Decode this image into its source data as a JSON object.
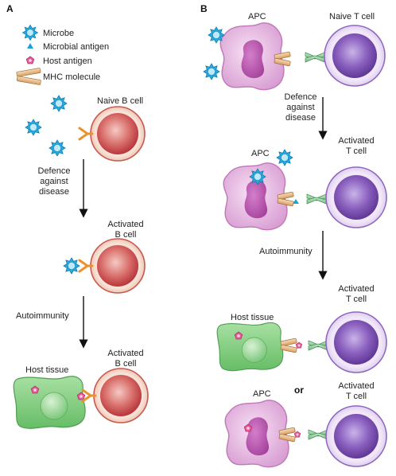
{
  "panels": {
    "a": "A",
    "b": "B"
  },
  "legend": {
    "microbe": "Microbe",
    "microbial_antigen": "Microbial antigen",
    "host_antigen": "Host antigen",
    "mhc": "MHC molecule"
  },
  "panel_a": {
    "naive_b_cell": "Naive B cell",
    "defence": [
      "Defence",
      "against",
      "disease"
    ],
    "activated_b_cell_1": [
      "Activated",
      "B cell"
    ],
    "autoimmunity": "Autoimmunity",
    "host_tissue": "Host tissue",
    "activated_b_cell_2": [
      "Activated",
      "B cell"
    ]
  },
  "panel_b": {
    "apc_top": "APC",
    "naive_t_cell": "Naive T cell",
    "defence": [
      "Defence",
      "against",
      "disease"
    ],
    "apc_mid": "APC",
    "activated_t_cell_1": [
      "Activated",
      "T cell"
    ],
    "autoimmunity": "Autoimmunity",
    "activated_t_cell_2": [
      "Activated",
      "T cell"
    ],
    "host_tissue": "Host tissue",
    "apc_bottom": "APC",
    "or": "or",
    "activated_t_cell_3": [
      "Activated",
      "T cell"
    ]
  },
  "colors": {
    "microbe": "#1ba3d6",
    "b_cell": "#c0363c",
    "t_cell": "#7a4fae",
    "apc": "#c96fc1",
    "host_tissue": "#6bc26b",
    "host_antigen": "#e0508f",
    "bcr": "#e8932e",
    "mhc": "#e2b07a",
    "tcr": "#7cbf85"
  }
}
